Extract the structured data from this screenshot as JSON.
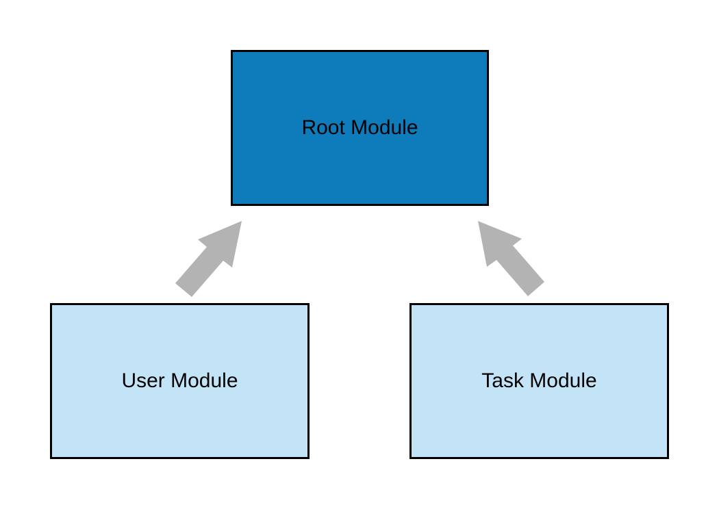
{
  "nodes": {
    "root": {
      "label": "Root Module",
      "color": "#0e7bbb"
    },
    "user": {
      "label": "User Module",
      "color": "#c3e3f6"
    },
    "task": {
      "label": "Task Module",
      "color": "#c3e3f6"
    }
  },
  "edges": [
    {
      "from": "User Module",
      "to": "Root Module"
    },
    {
      "from": "Task Module",
      "to": "Root Module"
    }
  ],
  "colors": {
    "border": "#000000",
    "arrow": "#b3b3b3"
  }
}
